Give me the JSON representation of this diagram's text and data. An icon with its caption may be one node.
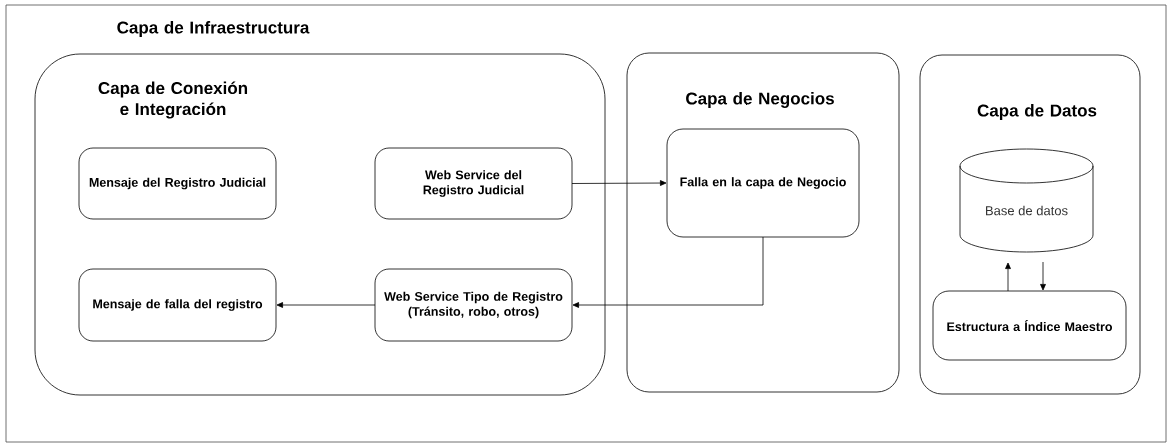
{
  "diagram": {
    "nodes": [
      {
        "text": [
          "Capa de Infraestructura"
        ]
      },
      {
        "text": [
          "Capa de Conexión e Integración"
        ],
        "in": 0
      },
      {
        "text": [
          "Mensaje del Registro Judicial"
        ],
        "in": 1
      },
      {
        "text": [
          "Web Service del Registro Judicial"
        ],
        "in": 1
      },
      {
        "text": [
          "Mensaje de falla del registro"
        ],
        "in": 1
      },
      {
        "text": [
          "Web Service Tipo de Registro (Tránsito, robo, otros)"
        ],
        "in": 1
      },
      {
        "text": [
          "Capa de Negocios"
        ],
        "in": 0
      },
      {
        "text": [
          "Falla en la capa de Negocio"
        ],
        "in": 6
      },
      {
        "text": [
          "Capa de Datos"
        ],
        "in": 0
      },
      {
        "text": [
          "Base de datos"
        ],
        "in": 8
      },
      {
        "text": [
          "Estructura a Índice Maestro"
        ],
        "in": 8
      }
    ],
    "edges": [
      {
        "from": 3,
        "to": 7,
        "arrow": "to"
      },
      {
        "from": 7,
        "to": 5,
        "arrow": "to"
      },
      {
        "from": 5,
        "to": 4,
        "arrow": "to"
      },
      {
        "from": 10,
        "to": 9,
        "arrow": "to"
      },
      {
        "from": 9,
        "to": 10,
        "arrow": "to"
      }
    ]
  }
}
